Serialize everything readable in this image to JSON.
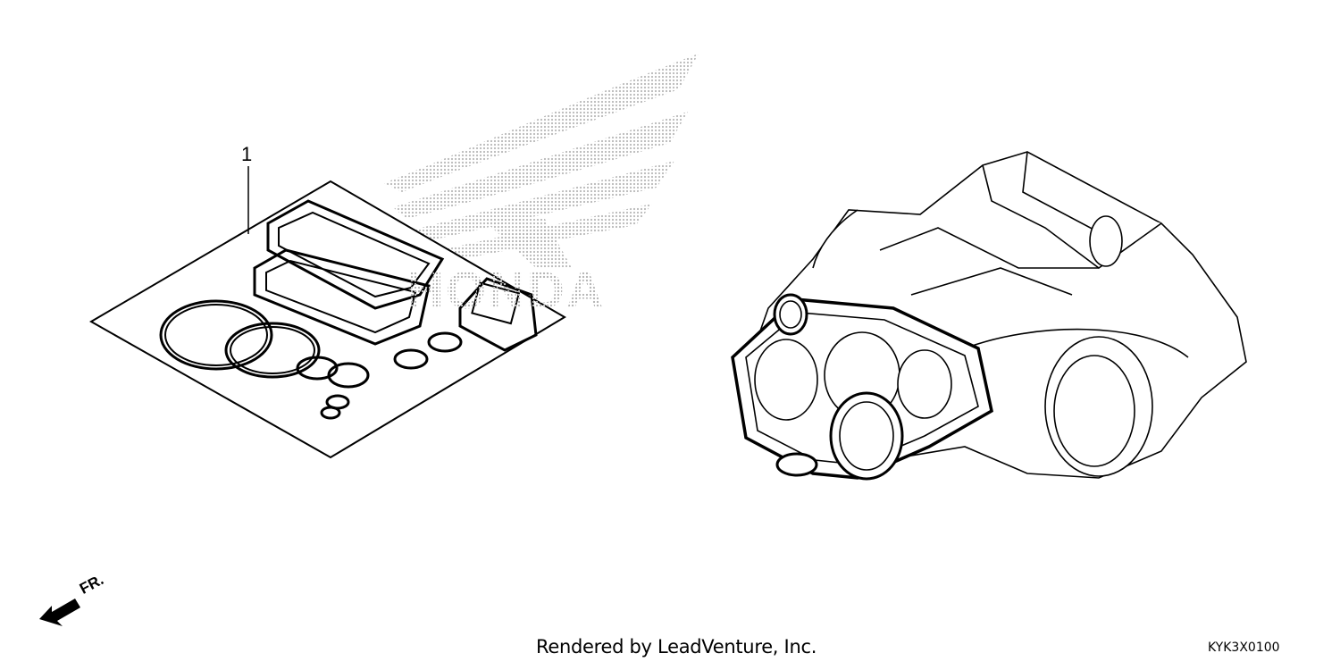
{
  "diagram": {
    "callouts": [
      {
        "label": "1"
      }
    ],
    "direction_indicator": "FR.",
    "watermark": {
      "icon": "wing-logo-icon",
      "text": "HONDA"
    },
    "footer": {
      "credit": "Rendered by LeadVenture, Inc.",
      "diagram_code": "KYK3X0100"
    },
    "colors": {
      "line": "#000000",
      "watermark": "#b8b8b8",
      "background": "#ffffff"
    }
  }
}
